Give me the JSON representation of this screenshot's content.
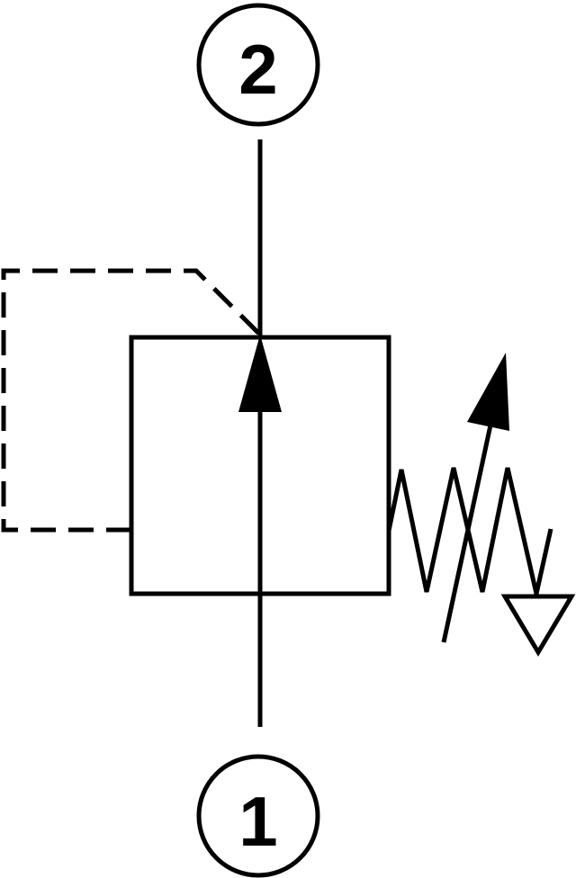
{
  "diagram": {
    "type": "hydraulic-symbol",
    "subject": "pressure relief valve with adjustable spring, pilot line and drain",
    "stroke_color": "#000000",
    "background_color": "#ffffff",
    "ports": [
      {
        "id": "port-2",
        "label": "2",
        "position": "top"
      },
      {
        "id": "port-1",
        "label": "1",
        "position": "bottom"
      }
    ],
    "elements": {
      "valve_body": "square envelope",
      "flow_arrow": "upward arrow from port 1 to port 2",
      "pilot_line": "dashed line from left side to top flow path",
      "spring": "adjustable spring on right side",
      "adjust_arrow": "diagonal arrow through spring",
      "drain": "open triangle (tank/drain) symbol"
    }
  }
}
